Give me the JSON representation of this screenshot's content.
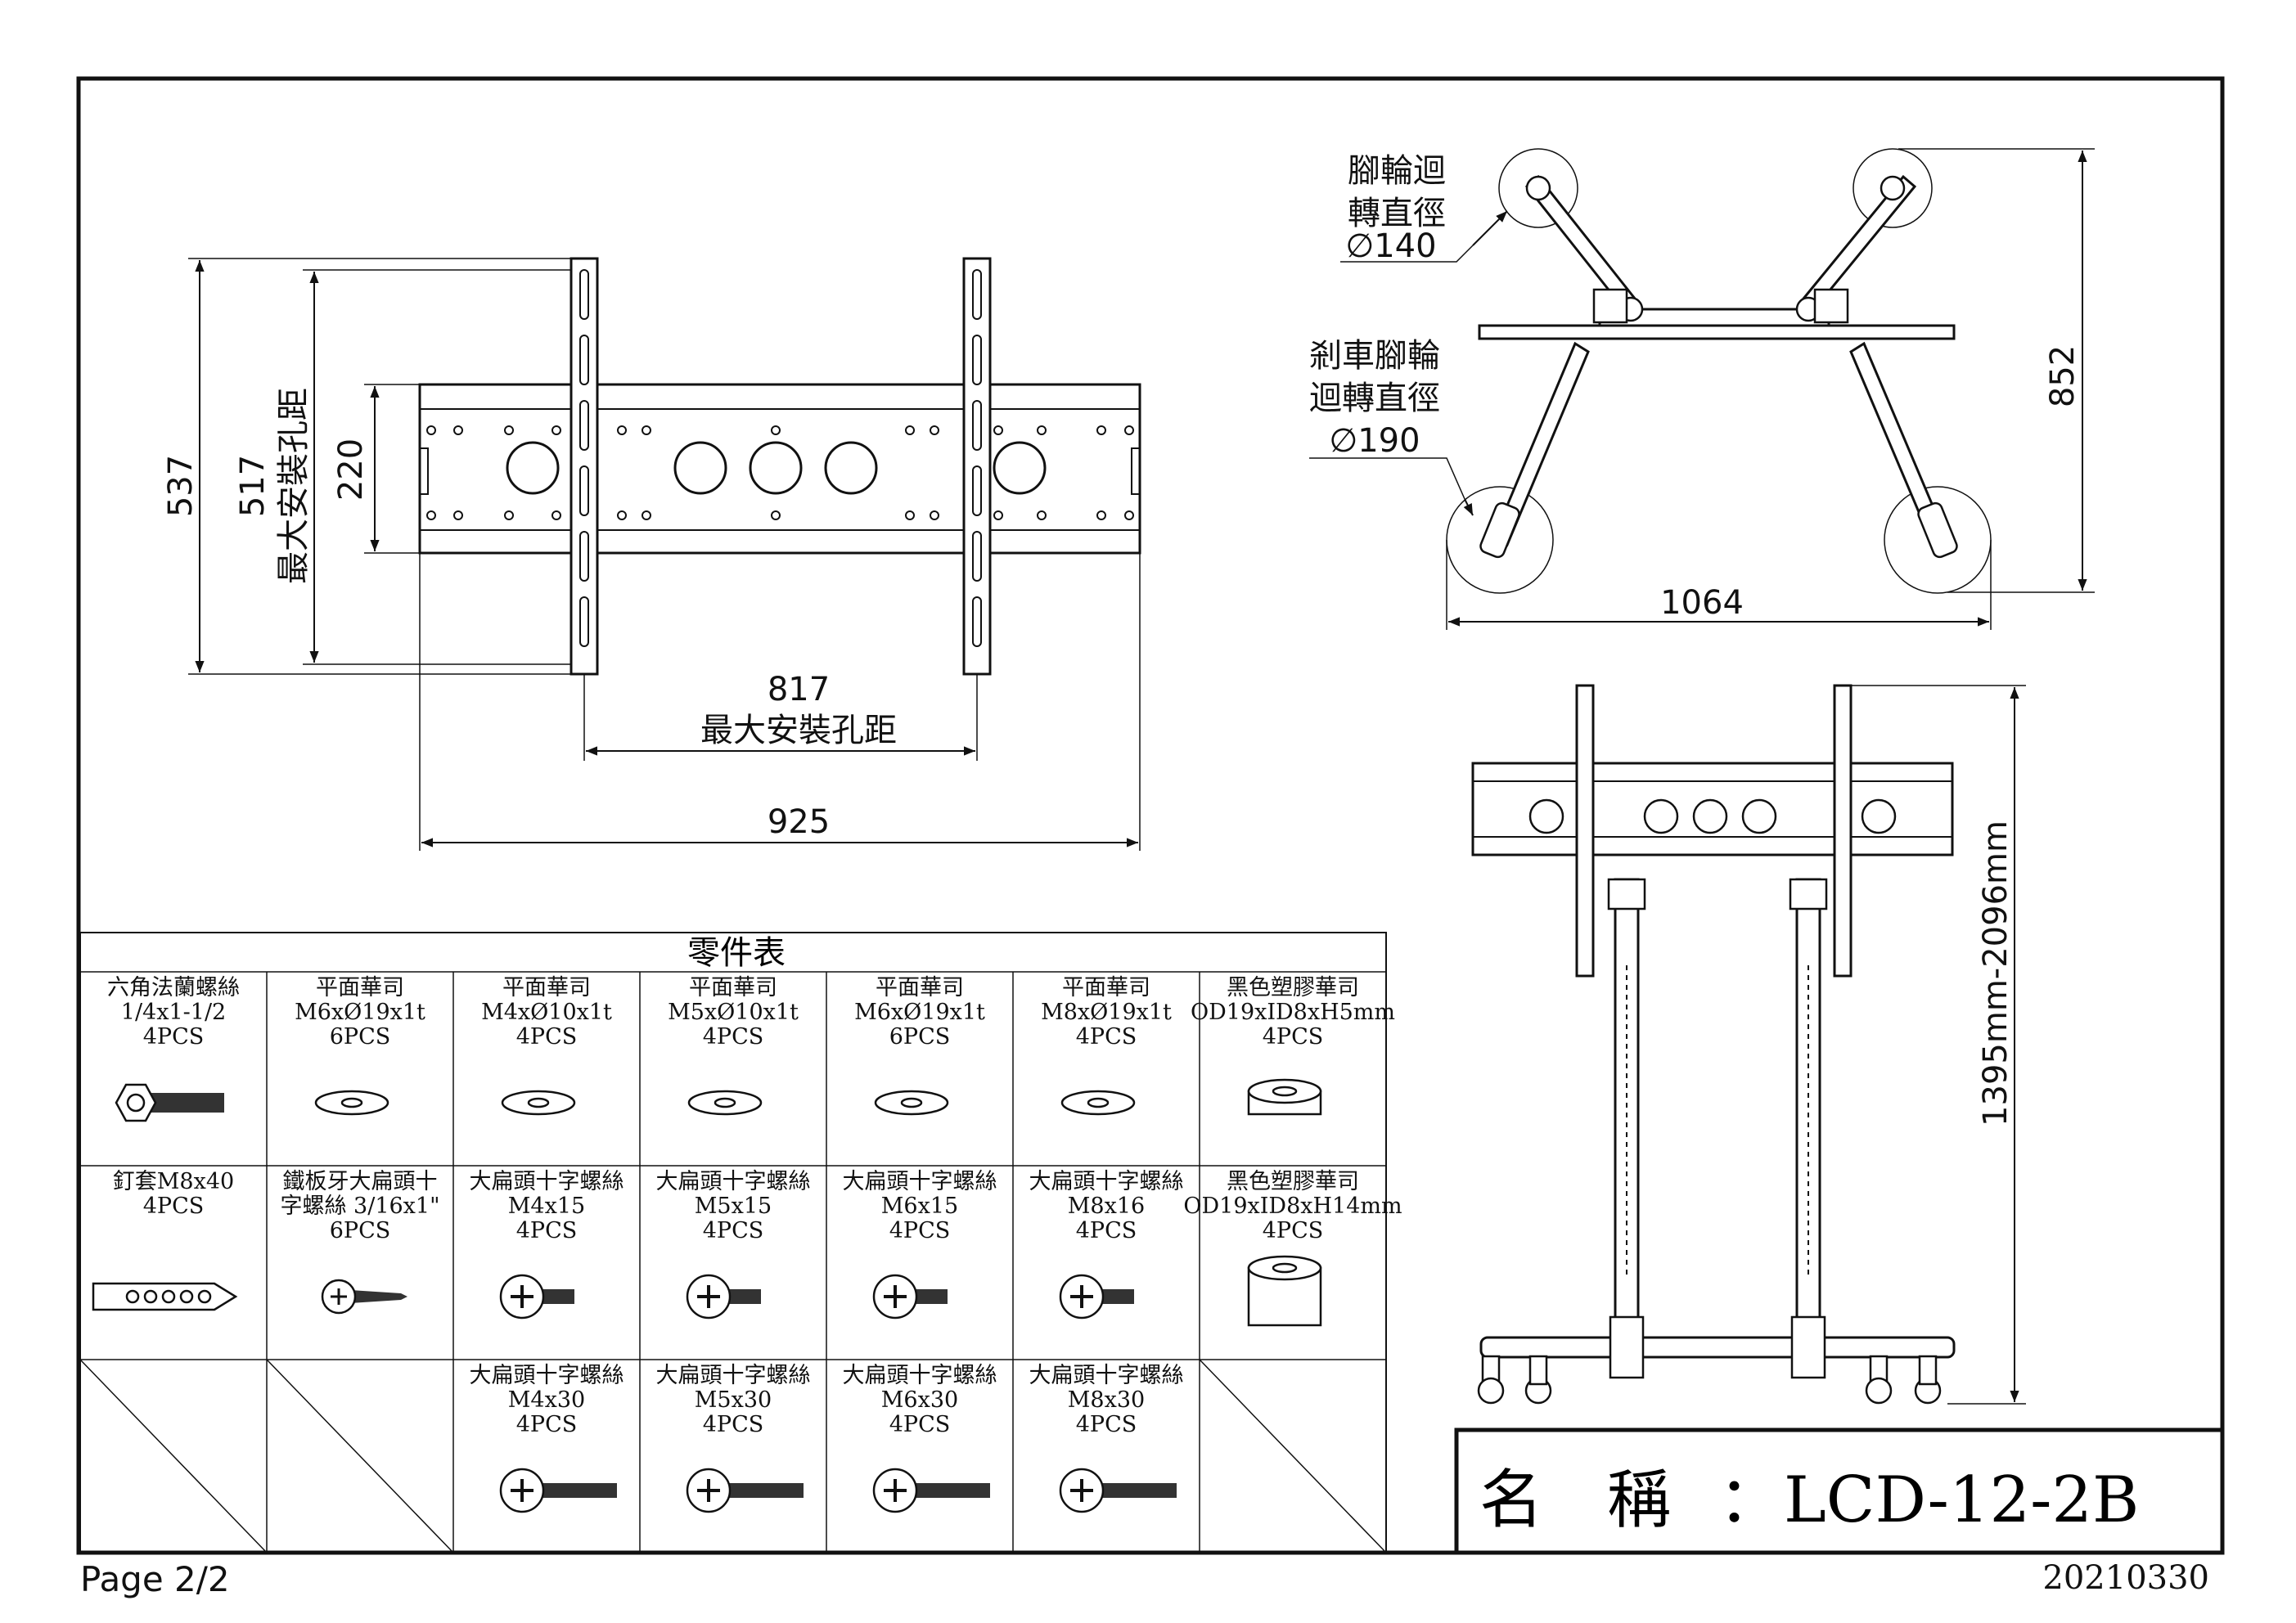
{
  "footer": {
    "page": "Page 2/2",
    "date": "20210330"
  },
  "title_block": {
    "name_label": "名　稱",
    "separator": "：",
    "model": "LCD-12-2B"
  },
  "front_view": {
    "dim_537": "537",
    "dim_517": "517",
    "dim_517_note": "最大安裝孔距",
    "dim_220": "220",
    "dim_817": "817",
    "dim_817_note": "最大安裝孔距",
    "dim_925": "925"
  },
  "base_view": {
    "caster_label_1": "腳輪迴",
    "caster_label_2": "轉直徑",
    "caster_diameter": "∅140",
    "brake_label_1": "剎車腳輪",
    "brake_label_2": "迴轉直徑",
    "brake_diameter": "∅190",
    "dim_width": "1064",
    "dim_depth": "852"
  },
  "side_view": {
    "height_range": "1395mm-2096mm"
  },
  "parts_table": {
    "title": "零件表",
    "rows": [
      [
        {
          "lines": [
            "六角法蘭螺絲",
            "1/4x1-1/2",
            "4PCS"
          ],
          "icon": "hex-flange-bolt-icon"
        },
        {
          "lines": [
            "平面華司",
            "M6xØ19x1t",
            "6PCS"
          ],
          "icon": "flat-washer-icon"
        },
        {
          "lines": [
            "平面華司",
            "M4xØ10x1t",
            "4PCS"
          ],
          "icon": "flat-washer-icon"
        },
        {
          "lines": [
            "平面華司",
            "M5xØ10x1t",
            "4PCS"
          ],
          "icon": "flat-washer-icon"
        },
        {
          "lines": [
            "平面華司",
            "M6xØ19x1t",
            "6PCS"
          ],
          "icon": "flat-washer-icon"
        },
        {
          "lines": [
            "平面華司",
            "M8xØ19x1t",
            "4PCS"
          ],
          "icon": "flat-washer-icon"
        },
        {
          "lines": [
            "黑色塑膠華司",
            "OD19xID8xH5mm",
            "4PCS"
          ],
          "icon": "plastic-spacer-icon"
        }
      ],
      [
        {
          "lines": [
            "釘套M8x40",
            "4PCS"
          ],
          "icon": "wall-anchor-icon"
        },
        {
          "lines": [
            "鐵板牙大扁頭十",
            "字螺絲 3/16x1\"",
            "6PCS"
          ],
          "icon": "self-tapping-screw-icon"
        },
        {
          "lines": [
            "大扁頭十字螺絲",
            "M4x15",
            "4PCS"
          ],
          "icon": "phillips-screw-icon"
        },
        {
          "lines": [
            "大扁頭十字螺絲",
            "M5x15",
            "4PCS"
          ],
          "icon": "phillips-screw-icon"
        },
        {
          "lines": [
            "大扁頭十字螺絲",
            "M6x15",
            "4PCS"
          ],
          "icon": "phillips-screw-icon"
        },
        {
          "lines": [
            "大扁頭十字螺絲",
            "M8x16",
            "4PCS"
          ],
          "icon": "phillips-screw-icon"
        },
        {
          "lines": [
            "黑色塑膠華司",
            "OD19xID8xH14mm",
            "4PCS"
          ],
          "icon": "plastic-spacer-tall-icon"
        }
      ],
      [
        {
          "lines": [],
          "icon": ""
        },
        {
          "lines": [],
          "icon": ""
        },
        {
          "lines": [
            "大扁頭十字螺絲",
            "M4x30",
            "4PCS"
          ],
          "icon": "long-phillips-screw-icon"
        },
        {
          "lines": [
            "大扁頭十字螺絲",
            "M5x30",
            "4PCS"
          ],
          "icon": "long-phillips-screw-icon"
        },
        {
          "lines": [
            "大扁頭十字螺絲",
            "M6x30",
            "4PCS"
          ],
          "icon": "long-phillips-screw-icon"
        },
        {
          "lines": [
            "大扁頭十字螺絲",
            "M8x30",
            "4PCS"
          ],
          "icon": "long-phillips-screw-icon"
        },
        {
          "lines": [],
          "icon": ""
        }
      ]
    ]
  }
}
